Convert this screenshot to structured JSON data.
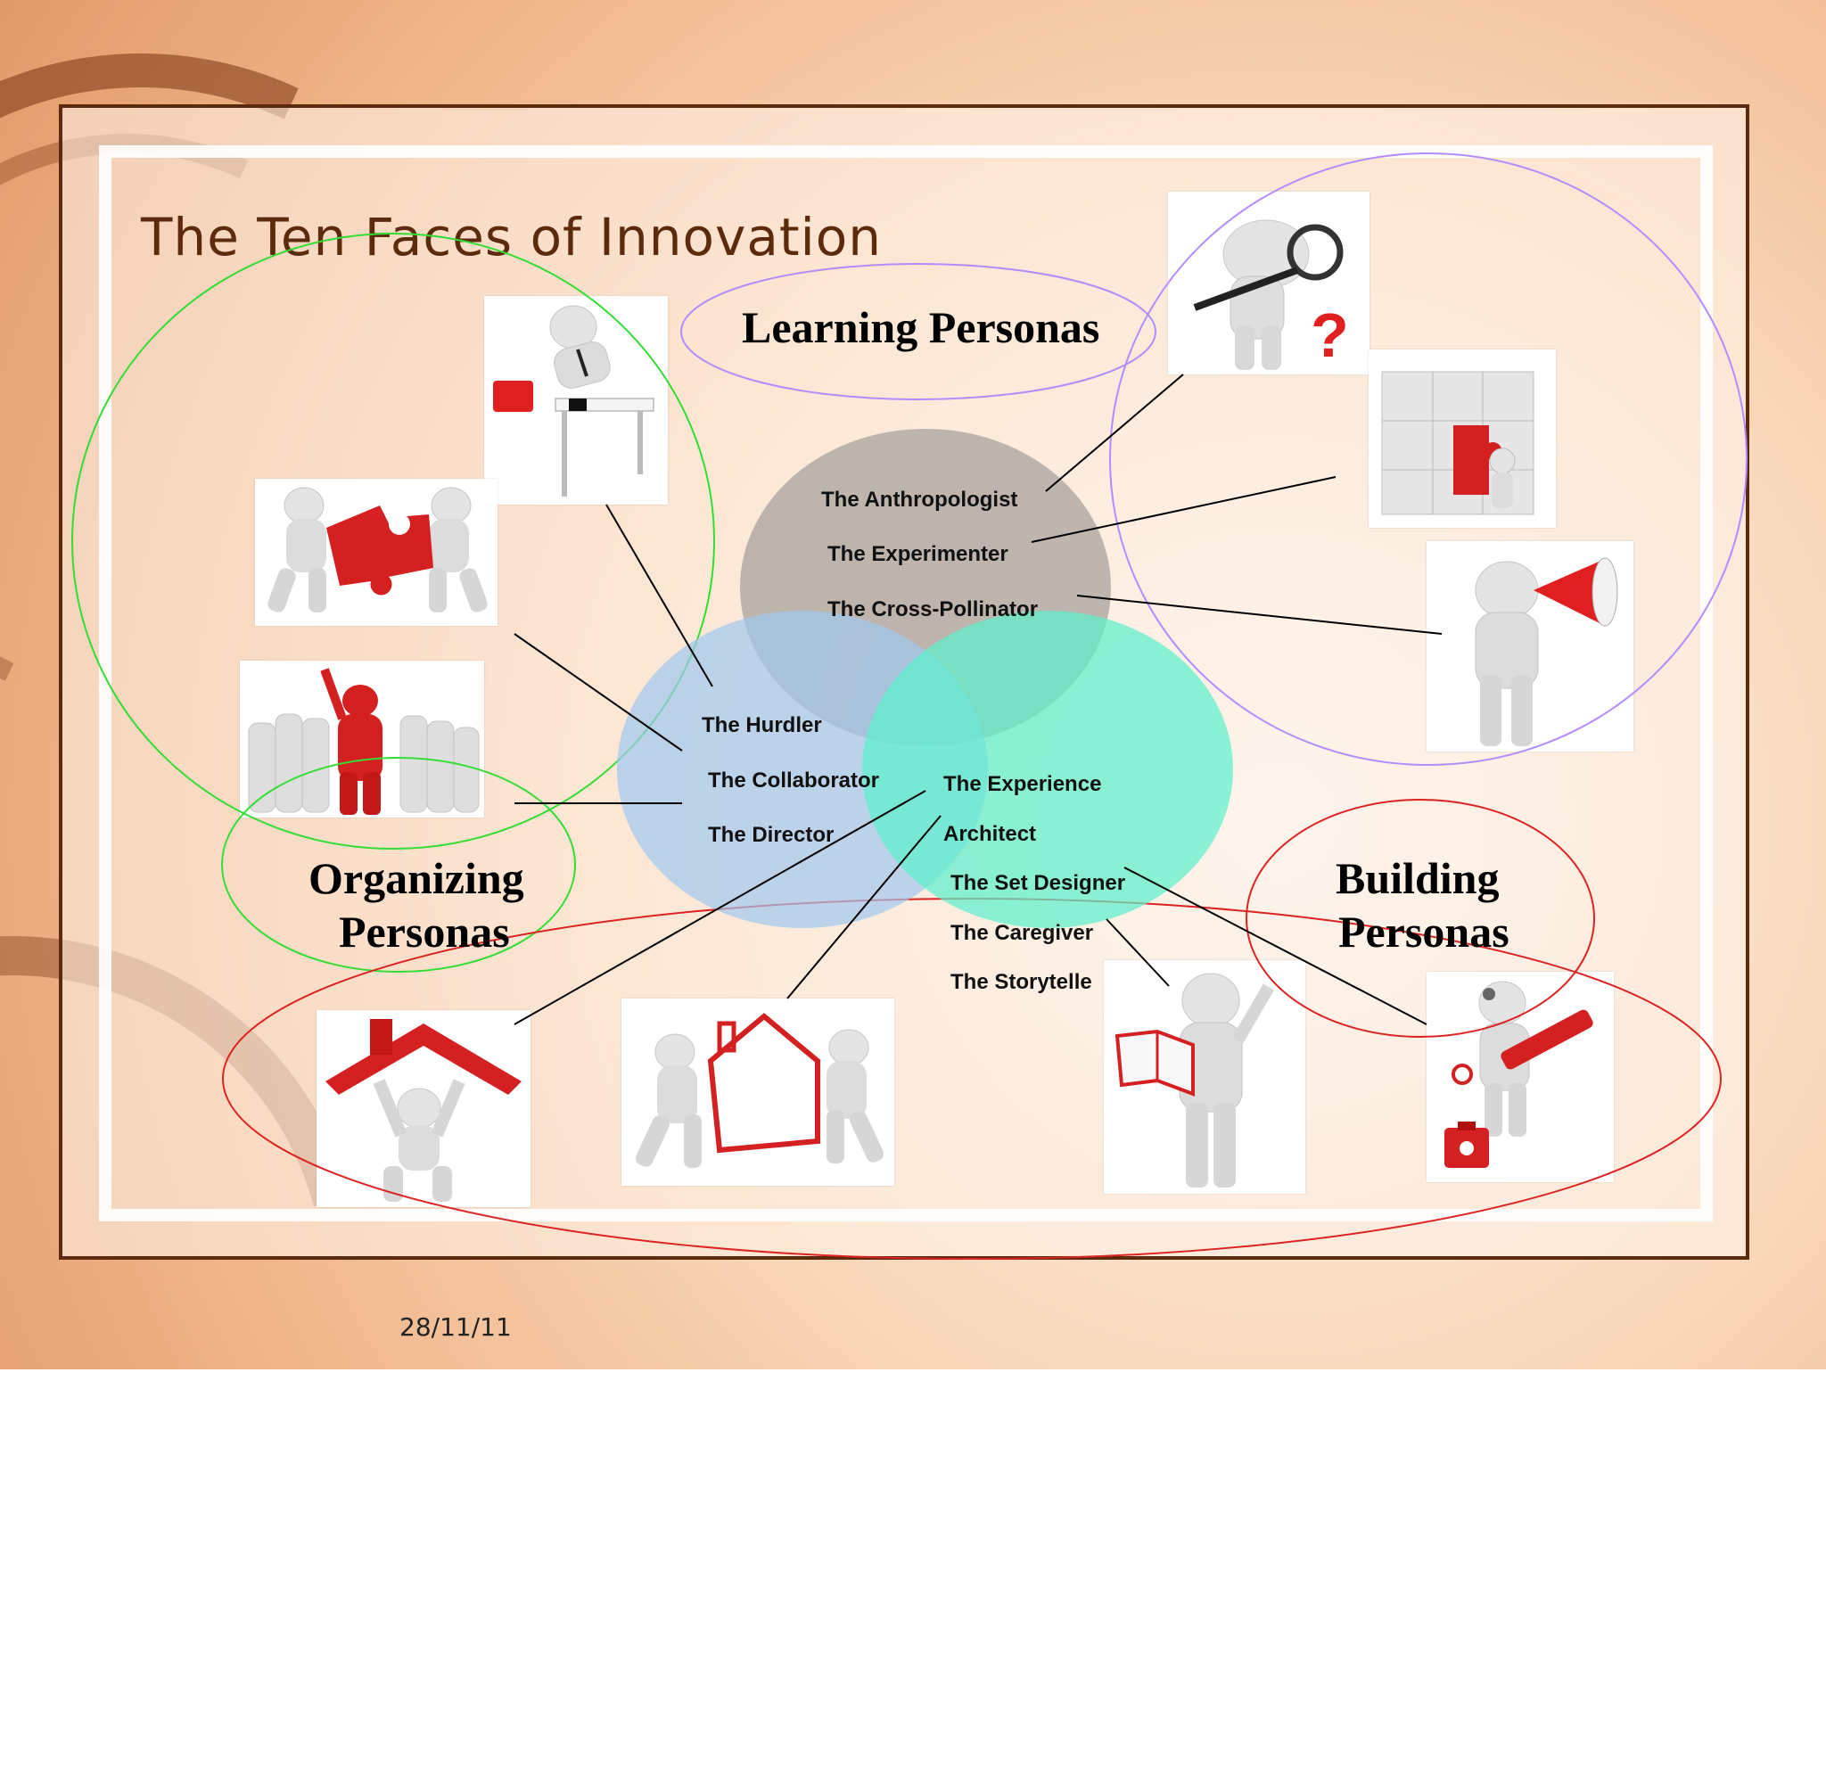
{
  "slide": {
    "title": "The Ten Faces of Innovation",
    "date": "28/11/11"
  },
  "groups": {
    "learning": "Learning Personas",
    "organizing_line1": "Organizing",
    "organizing_line2": "Personas",
    "building_line1": "Building",
    "building_line2": "Personas"
  },
  "personas": {
    "anthropologist": "The Anthropologist",
    "experimenter": "The Experimenter",
    "cross_pollinator": "The Cross-Pollinator",
    "hurdler": "The Hurdler",
    "collaborator": "The Collaborator",
    "director": "The Director",
    "experience_architect_line1": "The Experience",
    "experience_architect_line2": "Architect",
    "set_designer": "The Set Designer",
    "caregiver": "The Caregiver",
    "storyteller": "The Storytelle"
  },
  "colors": {
    "learning_circle": "#b38cff",
    "organizing_circle": "#33dd33",
    "building_circle": "#dd2222",
    "venn_learning": "#a8a29c",
    "venn_organizing": "#9fc8ee",
    "venn_building": "#5df0cc",
    "accent_red": "#e02020",
    "title_brown": "#5c2a0c"
  },
  "images": {
    "magnifier": "figure-with-magnifying-glass-icon",
    "puzzle_wall": "figure-placing-puzzle-piece-icon",
    "megaphone": "figure-with-megaphone-icon",
    "hurdle": "figure-jumping-hurdle-icon",
    "puzzle_pair": "two-figures-carrying-puzzle-icon",
    "leader": "red-leader-in-crowd-icon",
    "roof": "figure-holding-roof-icon",
    "house": "two-figures-building-house-icon",
    "book": "figure-reading-book-icon",
    "doctor": "doctor-with-syringe-icon"
  }
}
